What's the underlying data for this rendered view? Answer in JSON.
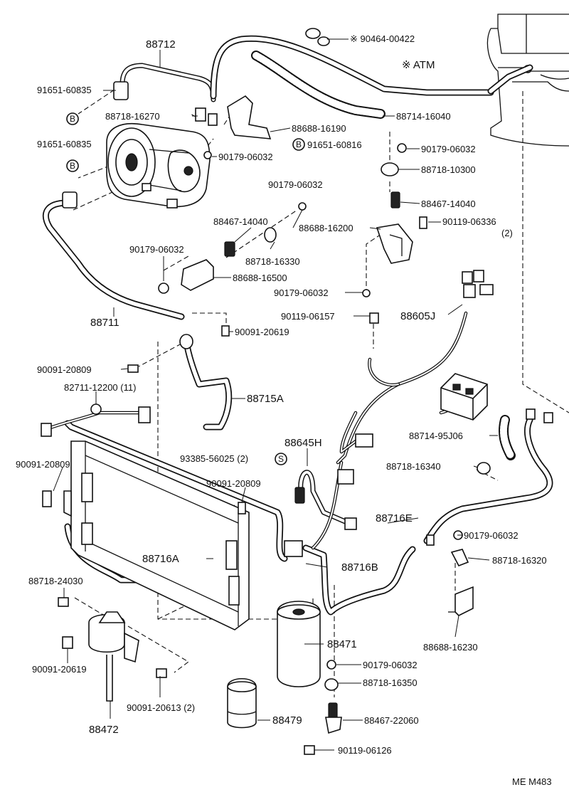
{
  "labels": {
    "p88712": "88712",
    "p9046400422": "※ 90464-00422",
    "atm": "※ ATM",
    "p9165160835_a": "91651-60835",
    "p9165160835_b": "91651-60835",
    "p8871816270": "88718-16270",
    "p8868816190": "88688-16190",
    "p9165160816": "91651-60816",
    "p8871416040": "88714-16040",
    "p9017906032_a": "90179-06032",
    "p9017906032_b": "90179-06032",
    "p8871810300": "88718-10300",
    "p9017906032_c": "90179-06032",
    "p8846714040_a": "88467-14040",
    "p8846714040_b": "88467-14040",
    "p8868816200": "88688-16200",
    "p9011906336": "90119-06336",
    "p9011906336_qty": "(2)",
    "p8871816330": "88718-16330",
    "p9017906032_d": "90179-06032",
    "p8868816500": "88688-16500",
    "p9017906032_e": "90179-06032",
    "p88711": "88711",
    "p9011906157": "90119-06157",
    "p88605j": "88605J",
    "p9009120619_a": "90091-20619",
    "p9009120809_a": "90091-20809",
    "p8271112200": "82711-12200 (11)",
    "p88715a": "88715A",
    "p8871495j06": "88714-95J06",
    "p88645h": "88645H",
    "p9338556025": "93385-56025 (2)",
    "p9009120809_b": "90091-20809",
    "p8871816340": "88718-16340",
    "p9009120809_c": "90091-20809",
    "p88716e": "88716E",
    "p9017906032_f": "90179-06032",
    "p88716a": "88716A",
    "p88716b": "88716B",
    "p8871816320": "88718-16320",
    "p8871824030": "88718-24030",
    "p8868816230": "88688-16230",
    "p88471": "88471",
    "p9009120619_b": "90091-20619",
    "p9017906032_g": "90179-06032",
    "p8871816350": "88718-16350",
    "p9009120613": "90091-20613 (2)",
    "p88472": "88472",
    "p88479": "88479",
    "p8846722060": "88467-22060",
    "p9011906126": "90119-06126",
    "code": "ME M483"
  },
  "markers": {
    "b1": "B",
    "b2": "B",
    "b3": "B",
    "s1": "S"
  }
}
